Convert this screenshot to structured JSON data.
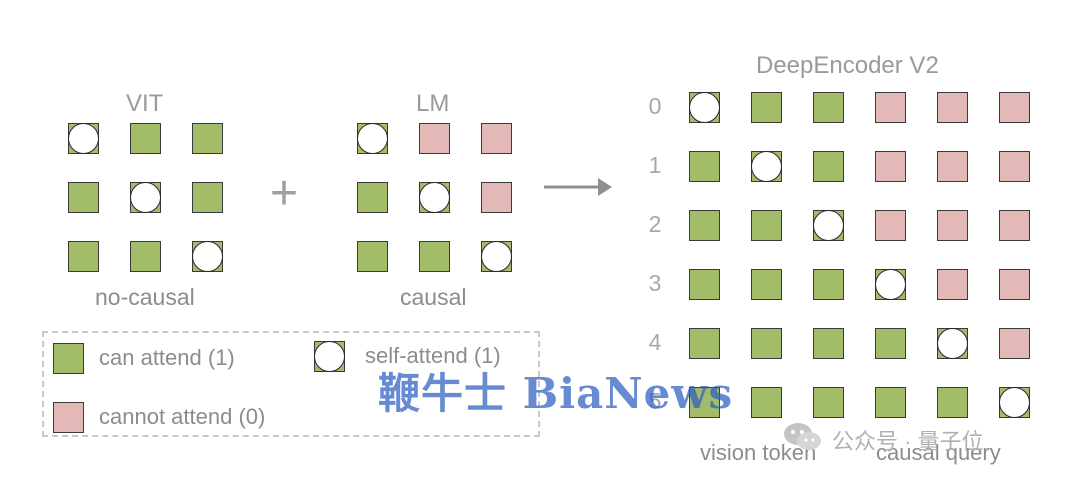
{
  "vit": {
    "title": "VIT",
    "caption": "no-causal"
  },
  "lm": {
    "title": "LM",
    "caption": "causal"
  },
  "operator": "+",
  "deepencoder": {
    "title": "DeepEncoder V2",
    "row_labels": [
      "0",
      "1",
      "2",
      "3",
      "4",
      "5"
    ],
    "bottom_labels": {
      "left": "vision token",
      "right": "causal query"
    }
  },
  "legend": {
    "can_attend": "can attend (1)",
    "self_attend": "self-attend (1)",
    "cannot_attend": "cannot attend (0)"
  },
  "watermark": {
    "main": "鞭牛士 BiaNews",
    "secondary": "公众号 · 量子位"
  },
  "colors": {
    "can_attend": "#a3bc6a",
    "cannot_attend": "#e2b9b7",
    "self_attend": "#ffffff"
  },
  "matrices": {
    "vit": [
      [
        "s",
        "g",
        "g"
      ],
      [
        "g",
        "s",
        "g"
      ],
      [
        "g",
        "g",
        "s"
      ]
    ],
    "lm": [
      [
        "s",
        "p",
        "p"
      ],
      [
        "g",
        "s",
        "p"
      ],
      [
        "g",
        "g",
        "s"
      ]
    ],
    "deepencoder": [
      [
        "s",
        "g",
        "g",
        "p",
        "p",
        "p"
      ],
      [
        "g",
        "s",
        "g",
        "p",
        "p",
        "p"
      ],
      [
        "g",
        "g",
        "s",
        "p",
        "p",
        "p"
      ],
      [
        "g",
        "g",
        "g",
        "s",
        "p",
        "p"
      ],
      [
        "g",
        "g",
        "g",
        "g",
        "s",
        "p"
      ],
      [
        "g",
        "g",
        "g",
        "g",
        "g",
        "s"
      ]
    ]
  }
}
